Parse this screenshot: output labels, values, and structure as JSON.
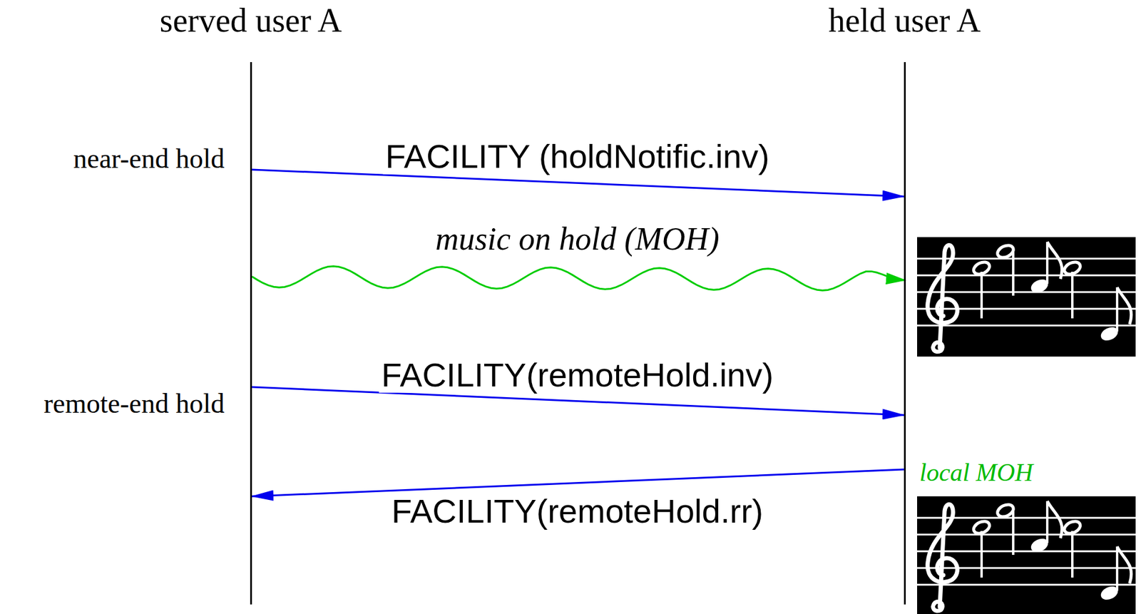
{
  "diagram": {
    "nodes": [
      {
        "text": [
          "served user A"
        ]
      },
      {
        "text": [
          "held user A"
        ]
      }
    ],
    "edges": [
      {
        "from": 0,
        "to": 1,
        "arrow": "to",
        "label": "FACILITY (holdNotific.inv)"
      },
      {
        "from": 0,
        "to": 1,
        "arrow": "to",
        "label": "music on hold (MOH)"
      },
      {
        "from": 0,
        "to": 1,
        "arrow": "to",
        "label": "FACILITY(remoteHold.inv)"
      },
      {
        "from": 1,
        "to": 0,
        "arrow": "to",
        "label": "FACILITY(remoteHold.rr)"
      }
    ],
    "labels": [
      "near-end hold",
      "remote-end hold",
      "local MOH"
    ]
  }
}
